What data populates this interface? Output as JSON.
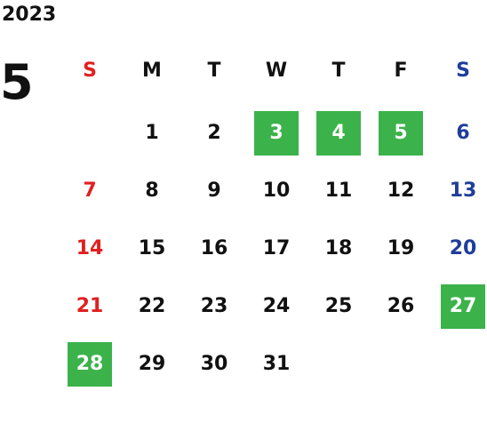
{
  "year": "2023",
  "month": "5",
  "colors": {
    "text": "#111111",
    "sunday": "#e02020",
    "saturday": "#1f3d9a",
    "highlight_bg": "#3bb24a",
    "highlight_text": "#ffffff"
  },
  "weekdays": [
    "S",
    "M",
    "T",
    "W",
    "T",
    "F",
    "S"
  ],
  "weekday_colors": [
    "#e02020",
    "#111111",
    "#111111",
    "#111111",
    "#111111",
    "#111111",
    "#1f3d9a"
  ],
  "weeks": [
    [
      {
        "day": "",
        "holiday": false
      },
      {
        "day": "1",
        "holiday": false
      },
      {
        "day": "2",
        "holiday": false
      },
      {
        "day": "3",
        "holiday": true
      },
      {
        "day": "4",
        "holiday": true
      },
      {
        "day": "5",
        "holiday": true
      },
      {
        "day": "6",
        "holiday": false
      }
    ],
    [
      {
        "day": "7",
        "holiday": false
      },
      {
        "day": "8",
        "holiday": false
      },
      {
        "day": "9",
        "holiday": false
      },
      {
        "day": "10",
        "holiday": false
      },
      {
        "day": "11",
        "holiday": false
      },
      {
        "day": "12",
        "holiday": false
      },
      {
        "day": "13",
        "holiday": false
      }
    ],
    [
      {
        "day": "14",
        "holiday": false
      },
      {
        "day": "15",
        "holiday": false
      },
      {
        "day": "16",
        "holiday": false
      },
      {
        "day": "17",
        "holiday": false
      },
      {
        "day": "18",
        "holiday": false
      },
      {
        "day": "19",
        "holiday": false
      },
      {
        "day": "20",
        "holiday": false
      }
    ],
    [
      {
        "day": "21",
        "holiday": false
      },
      {
        "day": "22",
        "holiday": false
      },
      {
        "day": "23",
        "holiday": false
      },
      {
        "day": "24",
        "holiday": false
      },
      {
        "day": "25",
        "holiday": false
      },
      {
        "day": "26",
        "holiday": false
      },
      {
        "day": "27",
        "holiday": true
      }
    ],
    [
      {
        "day": "28",
        "holiday": true
      },
      {
        "day": "29",
        "holiday": false
      },
      {
        "day": "30",
        "holiday": false
      },
      {
        "day": "31",
        "holiday": false
      },
      {
        "day": "",
        "holiday": false
      },
      {
        "day": "",
        "holiday": false
      },
      {
        "day": "",
        "holiday": false
      }
    ]
  ]
}
